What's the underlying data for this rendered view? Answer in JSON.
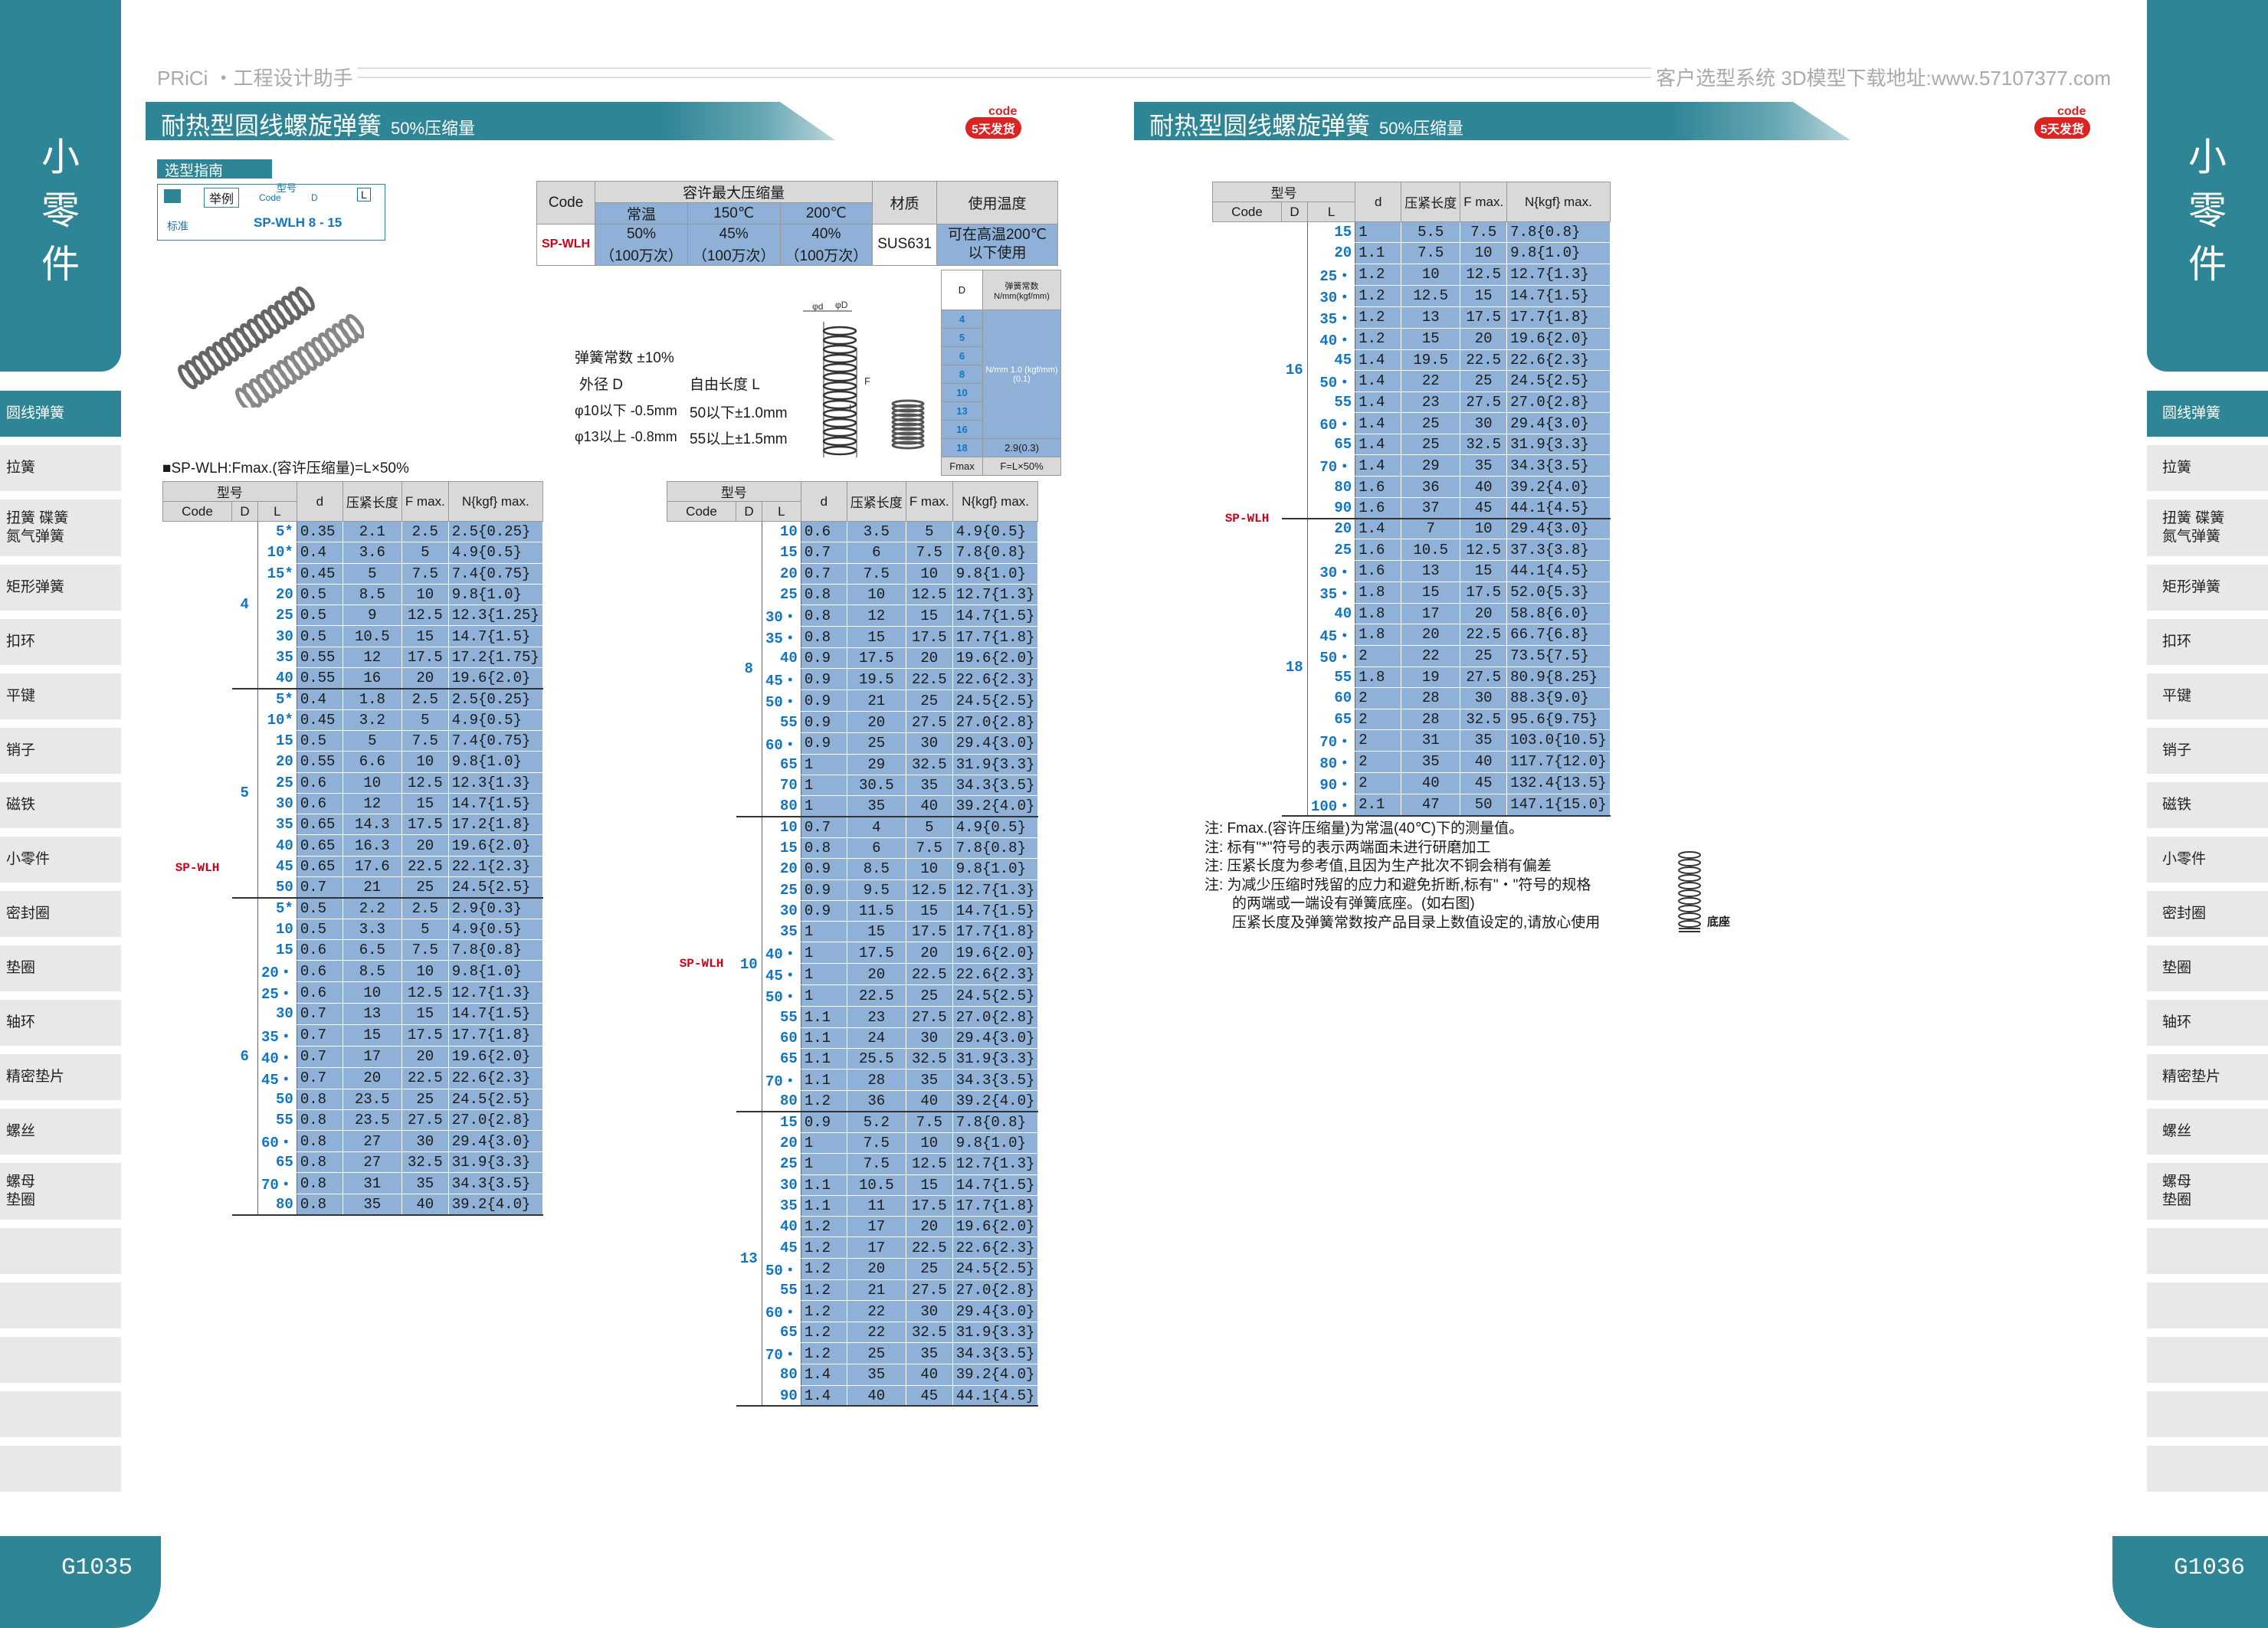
{
  "header": {
    "left_brand": "PRiCi ・工程设计助手",
    "right_brand": "客户选型系统 3D模型下载地址:www.57107377.com"
  },
  "section": {
    "title": "耐热型圆线螺旋弹簧",
    "subtitle": "50%压缩量",
    "logo_top": "code",
    "logo_bottom": "5天发货"
  },
  "sidebar": {
    "vertical_title": [
      "小",
      "零",
      "件"
    ],
    "items": [
      "圆线弹簧",
      "拉簧",
      "扭簧 碟簧\n氮气弹簧",
      "矩形弹簧",
      "扣环",
      "平键",
      "销子",
      "磁铁",
      "小零件",
      "密封圈",
      "垫圈",
      "轴环",
      "精密垫片",
      "螺丝",
      "螺母\n垫圈"
    ],
    "active": "圆线弹簧"
  },
  "pages": {
    "left": "G1035",
    "right": "G1036"
  },
  "guide": {
    "header": "选型指南",
    "example": "举例",
    "model": "型号",
    "code": "Code",
    "d": "D",
    "l": "L",
    "standard": "标准",
    "value": "SP-WLH  8  -  15"
  },
  "spec": {
    "code_head": "Code",
    "max_head": "容许最大压缩量",
    "material_head": "材质",
    "temp_head": "使用温度",
    "normal": "常温",
    "t150": "150℃",
    "t200": "200℃",
    "code": "SP-WLH",
    "v_normal": "50%",
    "v150": "45%",
    "v200": "40%",
    "cycles": "（100万次）",
    "material": "SUS631",
    "temp": "可在高温200℃以下使用"
  },
  "tolerance": {
    "line1": "弹簧常数 ±10%",
    "line2": "外径 D",
    "line2b": "自由长度 L",
    "line3": "φ10以下 -0.5mm",
    "line3b": "50以下±1.0mm",
    "line4": "φ13以上 -0.8mm",
    "line4b": "55以上±1.5mm"
  },
  "kconst": {
    "d": "D",
    "head": "弹簧常数 N/mm(kgf/mm)",
    "rows": [
      "4",
      "5",
      "6",
      "8",
      "10",
      "13",
      "16",
      "18",
      "Fmax"
    ],
    "mid": "N/mm 1.0 (kgf/mm) (0.1)",
    "v18": "2.9(0.3)",
    "fmax": "F=L×50%"
  },
  "formula": "■SP-WLH:Fmax.(容许压缩量)=L×50%",
  "table_head": {
    "model": "型号",
    "code": "Code",
    "D": "D",
    "L": "L",
    "d": "d",
    "compressed": "压紧长度",
    "F": "F max.",
    "N": "N{kgf} max."
  },
  "t1": {
    "code": "SP-WLH",
    "groups": [
      {
        "D": "4",
        "rows": [
          [
            "5*",
            "0.35",
            "2.1",
            "2.5",
            "2.5{0.25}"
          ],
          [
            "10*",
            "0.4",
            "3.6",
            "5",
            "4.9{0.5}"
          ],
          [
            "15*",
            "0.45",
            "5",
            "7.5",
            "7.4{0.75}"
          ],
          [
            "20",
            "0.5",
            "8.5",
            "10",
            "9.8{1.0}"
          ],
          [
            "25",
            "0.5",
            "9",
            "12.5",
            "12.3{1.25}"
          ],
          [
            "30",
            "0.5",
            "10.5",
            "15",
            "14.7{1.5}"
          ],
          [
            "35",
            "0.55",
            "12",
            "17.5",
            "17.2{1.75}"
          ],
          [
            "40",
            "0.55",
            "16",
            "20",
            "19.6{2.0}"
          ]
        ]
      },
      {
        "D": "5",
        "rows": [
          [
            "5*",
            "0.4",
            "1.8",
            "2.5",
            "2.5{0.25}"
          ],
          [
            "10*",
            "0.45",
            "3.2",
            "5",
            "4.9{0.5}"
          ],
          [
            "15",
            "0.5",
            "5",
            "7.5",
            "7.4{0.75}"
          ],
          [
            "20",
            "0.55",
            "6.6",
            "10",
            "9.8{1.0}"
          ],
          [
            "25",
            "0.6",
            "10",
            "12.5",
            "12.3{1.3}"
          ],
          [
            "30",
            "0.6",
            "12",
            "15",
            "14.7{1.5}"
          ],
          [
            "35",
            "0.65",
            "14.3",
            "17.5",
            "17.2{1.8}"
          ],
          [
            "40",
            "0.65",
            "16.3",
            "20",
            "19.6{2.0}"
          ],
          [
            "45",
            "0.65",
            "17.6",
            "22.5",
            "22.1{2.3}"
          ],
          [
            "50",
            "0.7",
            "21",
            "25",
            "24.5{2.5}"
          ]
        ]
      },
      {
        "D": "6",
        "rows": [
          [
            "5*",
            "0.5",
            "2.2",
            "2.5",
            "2.9{0.3}"
          ],
          [
            "10",
            "0.5",
            "3.3",
            "5",
            "4.9{0.5}"
          ],
          [
            "15",
            "0.6",
            "6.5",
            "7.5",
            "7.8{0.8}"
          ],
          [
            "20・",
            "0.6",
            "8.5",
            "10",
            "9.8{1.0}"
          ],
          [
            "25・",
            "0.6",
            "10",
            "12.5",
            "12.7{1.3}"
          ],
          [
            "30",
            "0.7",
            "13",
            "15",
            "14.7{1.5}"
          ],
          [
            "35・",
            "0.7",
            "15",
            "17.5",
            "17.7{1.8}"
          ],
          [
            "40・",
            "0.7",
            "17",
            "20",
            "19.6{2.0}"
          ],
          [
            "45・",
            "0.7",
            "20",
            "22.5",
            "22.6{2.3}"
          ],
          [
            "50",
            "0.8",
            "23.5",
            "25",
            "24.5{2.5}"
          ],
          [
            "55",
            "0.8",
            "23.5",
            "27.5",
            "27.0{2.8}"
          ],
          [
            "60・",
            "0.8",
            "27",
            "30",
            "29.4{3.0}"
          ],
          [
            "65",
            "0.8",
            "27",
            "32.5",
            "31.9{3.3}"
          ],
          [
            "70・",
            "0.8",
            "31",
            "35",
            "34.3{3.5}"
          ],
          [
            "80",
            "0.8",
            "35",
            "40",
            "39.2{4.0}"
          ]
        ]
      }
    ]
  },
  "t2": {
    "code": "SP-WLH",
    "groups": [
      {
        "D": "8",
        "rows": [
          [
            "10",
            "0.6",
            "3.5",
            "5",
            "4.9{0.5}"
          ],
          [
            "15",
            "0.7",
            "6",
            "7.5",
            "7.8{0.8}"
          ],
          [
            "20",
            "0.7",
            "7.5",
            "10",
            "9.8{1.0}"
          ],
          [
            "25",
            "0.8",
            "10",
            "12.5",
            "12.7{1.3}"
          ],
          [
            "30・",
            "0.8",
            "12",
            "15",
            "14.7{1.5}"
          ],
          [
            "35・",
            "0.8",
            "15",
            "17.5",
            "17.7{1.8}"
          ],
          [
            "40",
            "0.9",
            "17.5",
            "20",
            "19.6{2.0}"
          ],
          [
            "45・",
            "0.9",
            "19.5",
            "22.5",
            "22.6{2.3}"
          ],
          [
            "50・",
            "0.9",
            "21",
            "25",
            "24.5{2.5}"
          ],
          [
            "55",
            "0.9",
            "20",
            "27.5",
            "27.0{2.8}"
          ],
          [
            "60・",
            "0.9",
            "25",
            "30",
            "29.4{3.0}"
          ],
          [
            "65",
            "1",
            "29",
            "32.5",
            "31.9{3.3}"
          ],
          [
            "70",
            "1",
            "30.5",
            "35",
            "34.3{3.5}"
          ],
          [
            "80",
            "1",
            "35",
            "40",
            "39.2{4.0}"
          ]
        ]
      },
      {
        "D": "10",
        "rows": [
          [
            "10",
            "0.7",
            "4",
            "5",
            "4.9{0.5}"
          ],
          [
            "15",
            "0.8",
            "6",
            "7.5",
            "7.8{0.8}"
          ],
          [
            "20",
            "0.9",
            "8.5",
            "10",
            "9.8{1.0}"
          ],
          [
            "25",
            "0.9",
            "9.5",
            "12.5",
            "12.7{1.3}"
          ],
          [
            "30",
            "0.9",
            "11.5",
            "15",
            "14.7{1.5}"
          ],
          [
            "35",
            "1",
            "15",
            "17.5",
            "17.7{1.8}"
          ],
          [
            "40・",
            "1",
            "17.5",
            "20",
            "19.6{2.0}"
          ],
          [
            "45・",
            "1",
            "20",
            "22.5",
            "22.6{2.3}"
          ],
          [
            "50・",
            "1",
            "22.5",
            "25",
            "24.5{2.5}"
          ],
          [
            "55",
            "1.1",
            "23",
            "27.5",
            "27.0{2.8}"
          ],
          [
            "60",
            "1.1",
            "24",
            "30",
            "29.4{3.0}"
          ],
          [
            "65",
            "1.1",
            "25.5",
            "32.5",
            "31.9{3.3}"
          ],
          [
            "70・",
            "1.1",
            "28",
            "35",
            "34.3{3.5}"
          ],
          [
            "80",
            "1.2",
            "36",
            "40",
            "39.2{4.0}"
          ]
        ]
      },
      {
        "D": "13",
        "rows": [
          [
            "15",
            "0.9",
            "5.2",
            "7.5",
            "7.8{0.8}"
          ],
          [
            "20",
            "1",
            "7.5",
            "10",
            "9.8{1.0}"
          ],
          [
            "25",
            "1",
            "7.5",
            "12.5",
            "12.7{1.3}"
          ],
          [
            "30",
            "1.1",
            "10.5",
            "15",
            "14.7{1.5}"
          ],
          [
            "35",
            "1.1",
            "11",
            "17.5",
            "17.7{1.8}"
          ],
          [
            "40",
            "1.2",
            "17",
            "20",
            "19.6{2.0}"
          ],
          [
            "45",
            "1.2",
            "17",
            "22.5",
            "22.6{2.3}"
          ],
          [
            "50・",
            "1.2",
            "20",
            "25",
            "24.5{2.5}"
          ],
          [
            "55",
            "1.2",
            "21",
            "27.5",
            "27.0{2.8}"
          ],
          [
            "60・",
            "1.2",
            "22",
            "30",
            "29.4{3.0}"
          ],
          [
            "65",
            "1.2",
            "22",
            "32.5",
            "31.9{3.3}"
          ],
          [
            "70・",
            "1.2",
            "25",
            "35",
            "34.3{3.5}"
          ],
          [
            "80",
            "1.4",
            "35",
            "40",
            "39.2{4.0}"
          ],
          [
            "90",
            "1.4",
            "40",
            "45",
            "44.1{4.5}"
          ]
        ]
      }
    ]
  },
  "t3": {
    "code": "SP-WLH",
    "groups": [
      {
        "D": "16",
        "rows": [
          [
            "15",
            "1",
            "5.5",
            "7.5",
            "7.8{0.8}"
          ],
          [
            "20",
            "1.1",
            "7.5",
            "10",
            "9.8{1.0}"
          ],
          [
            "25・",
            "1.2",
            "10",
            "12.5",
            "12.7{1.3}"
          ],
          [
            "30・",
            "1.2",
            "12.5",
            "15",
            "14.7{1.5}"
          ],
          [
            "35・",
            "1.2",
            "13",
            "17.5",
            "17.7{1.8}"
          ],
          [
            "40・",
            "1.2",
            "15",
            "20",
            "19.6{2.0}"
          ],
          [
            "45",
            "1.4",
            "19.5",
            "22.5",
            "22.6{2.3}"
          ],
          [
            "50・",
            "1.4",
            "22",
            "25",
            "24.5{2.5}"
          ],
          [
            "55",
            "1.4",
            "23",
            "27.5",
            "27.0{2.8}"
          ],
          [
            "60・",
            "1.4",
            "25",
            "30",
            "29.4{3.0}"
          ],
          [
            "65",
            "1.4",
            "25",
            "32.5",
            "31.9{3.3}"
          ],
          [
            "70・",
            "1.4",
            "29",
            "35",
            "34.3{3.5}"
          ],
          [
            "80",
            "1.6",
            "36",
            "40",
            "39.2{4.0}"
          ],
          [
            "90",
            "1.6",
            "37",
            "45",
            "44.1{4.5}"
          ]
        ]
      },
      {
        "D": "18",
        "rows": [
          [
            "20",
            "1.4",
            "7",
            "10",
            "29.4{3.0}"
          ],
          [
            "25",
            "1.6",
            "10.5",
            "12.5",
            "37.3{3.8}"
          ],
          [
            "30・",
            "1.6",
            "13",
            "15",
            "44.1{4.5}"
          ],
          [
            "35・",
            "1.8",
            "15",
            "17.5",
            "52.0{5.3}"
          ],
          [
            "40",
            "1.8",
            "17",
            "20",
            "58.8{6.0}"
          ],
          [
            "45・",
            "1.8",
            "20",
            "22.5",
            "66.7{6.8}"
          ],
          [
            "50・",
            "2",
            "22",
            "25",
            "73.5{7.5}"
          ],
          [
            "55",
            "1.8",
            "19",
            "27.5",
            "80.9{8.25}"
          ],
          [
            "60",
            "2",
            "28",
            "30",
            "88.3{9.0}"
          ],
          [
            "65",
            "2",
            "28",
            "32.5",
            "95.6{9.75}"
          ],
          [
            "70・",
            "2",
            "31",
            "35",
            "103.0{10.5}"
          ],
          [
            "80・",
            "2",
            "35",
            "40",
            "117.7{12.0}"
          ],
          [
            "90・",
            "2",
            "40",
            "45",
            "132.4{13.5}"
          ],
          [
            "100・",
            "2.1",
            "47",
            "50",
            "147.1{15.0}"
          ]
        ]
      }
    ]
  },
  "notes": [
    "注: Fmax.(容许压缩量)为常温(40℃)下的测量值。",
    "注: 标有\"*\"符号的表示两端面未进行研磨加工",
    "注: 压紧长度为参考值,且因为生产批次不铜会稍有偏差",
    "注: 为减少压缩时残留的应力和避免折断,标有\"・\"符号的规格",
    "的两端或一端设有弹簧底座。(如右图)",
    "压紧长度及弹簧常数按产品目录上数值设定的,请放心使用"
  ],
  "base_label": "底座"
}
